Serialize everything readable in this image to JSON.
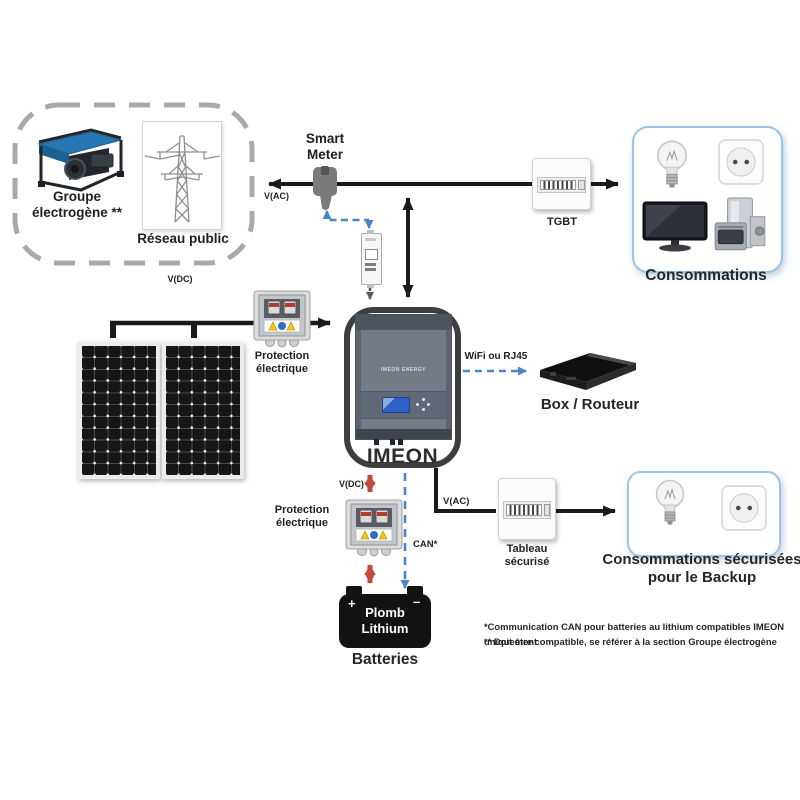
{
  "labels": {
    "groupe_electrogene": "Groupe\nélectrogène **",
    "reseau_public": "Réseau public",
    "vdc_pv": "V(DC)",
    "smart_meter": "Smart\nMeter",
    "vac_grid": "V(AC)",
    "tgbt": "TGBT",
    "consommations": "Consommations",
    "protection_pv": "Protection\nélectrique",
    "imeon": "IMEON",
    "imeon_logo": "IMEON ENERGY",
    "wifi": "WiFi ou RJ45",
    "box_routeur": "Box / Routeur",
    "vdc_battery": "V(DC)",
    "protection_battery": "Protection\nélectrique",
    "can": "CAN*",
    "vac_backup": "V(AC)",
    "tableau_securise": "Tableau\nsécurisé",
    "consommations_backup": "Consommations sécurisées\npour le Backup",
    "battery_plus": "+",
    "battery_minus": "–",
    "battery_type": "Plomb\nLithium",
    "batteries": "Batteries",
    "footnote_can": "*Communication CAN pour batteries au lithium compatibles IMEON uniquement",
    "footnote_generator": "** Doit être compatible, se référer à la section Groupe électrogène"
  },
  "colors": {
    "line_black": "#1a1a1a",
    "dashed_blue": "#4a86c8",
    "dashed_gray": "#595959",
    "arrow_red": "#c2493d",
    "conso_border_blue": "#9dc3e6",
    "dashed_group_border": "#a9a9a9",
    "imeon_frame": "#3e3e3e",
    "generator_blue": "#2677b3",
    "lcd_blue": "#2f62c9"
  },
  "icons": {
    "generator": "portable-generator",
    "power_tower": "transmission-tower",
    "ct_clamp": "current-clamp",
    "energy_meter": "din-rail-meter",
    "breaker_panel": "circuit-breaker-row",
    "lightbulb": "incandescent-bulb",
    "outlet": "french-socket",
    "tv": "flat-screen-tv",
    "appliances": "kitchen-appliances",
    "inverter": "hybrid-inverter",
    "router": "internet-box",
    "solar_panel": "pv-module",
    "protection_box": "protection-enclosure",
    "battery": "lead-lithium-battery"
  }
}
